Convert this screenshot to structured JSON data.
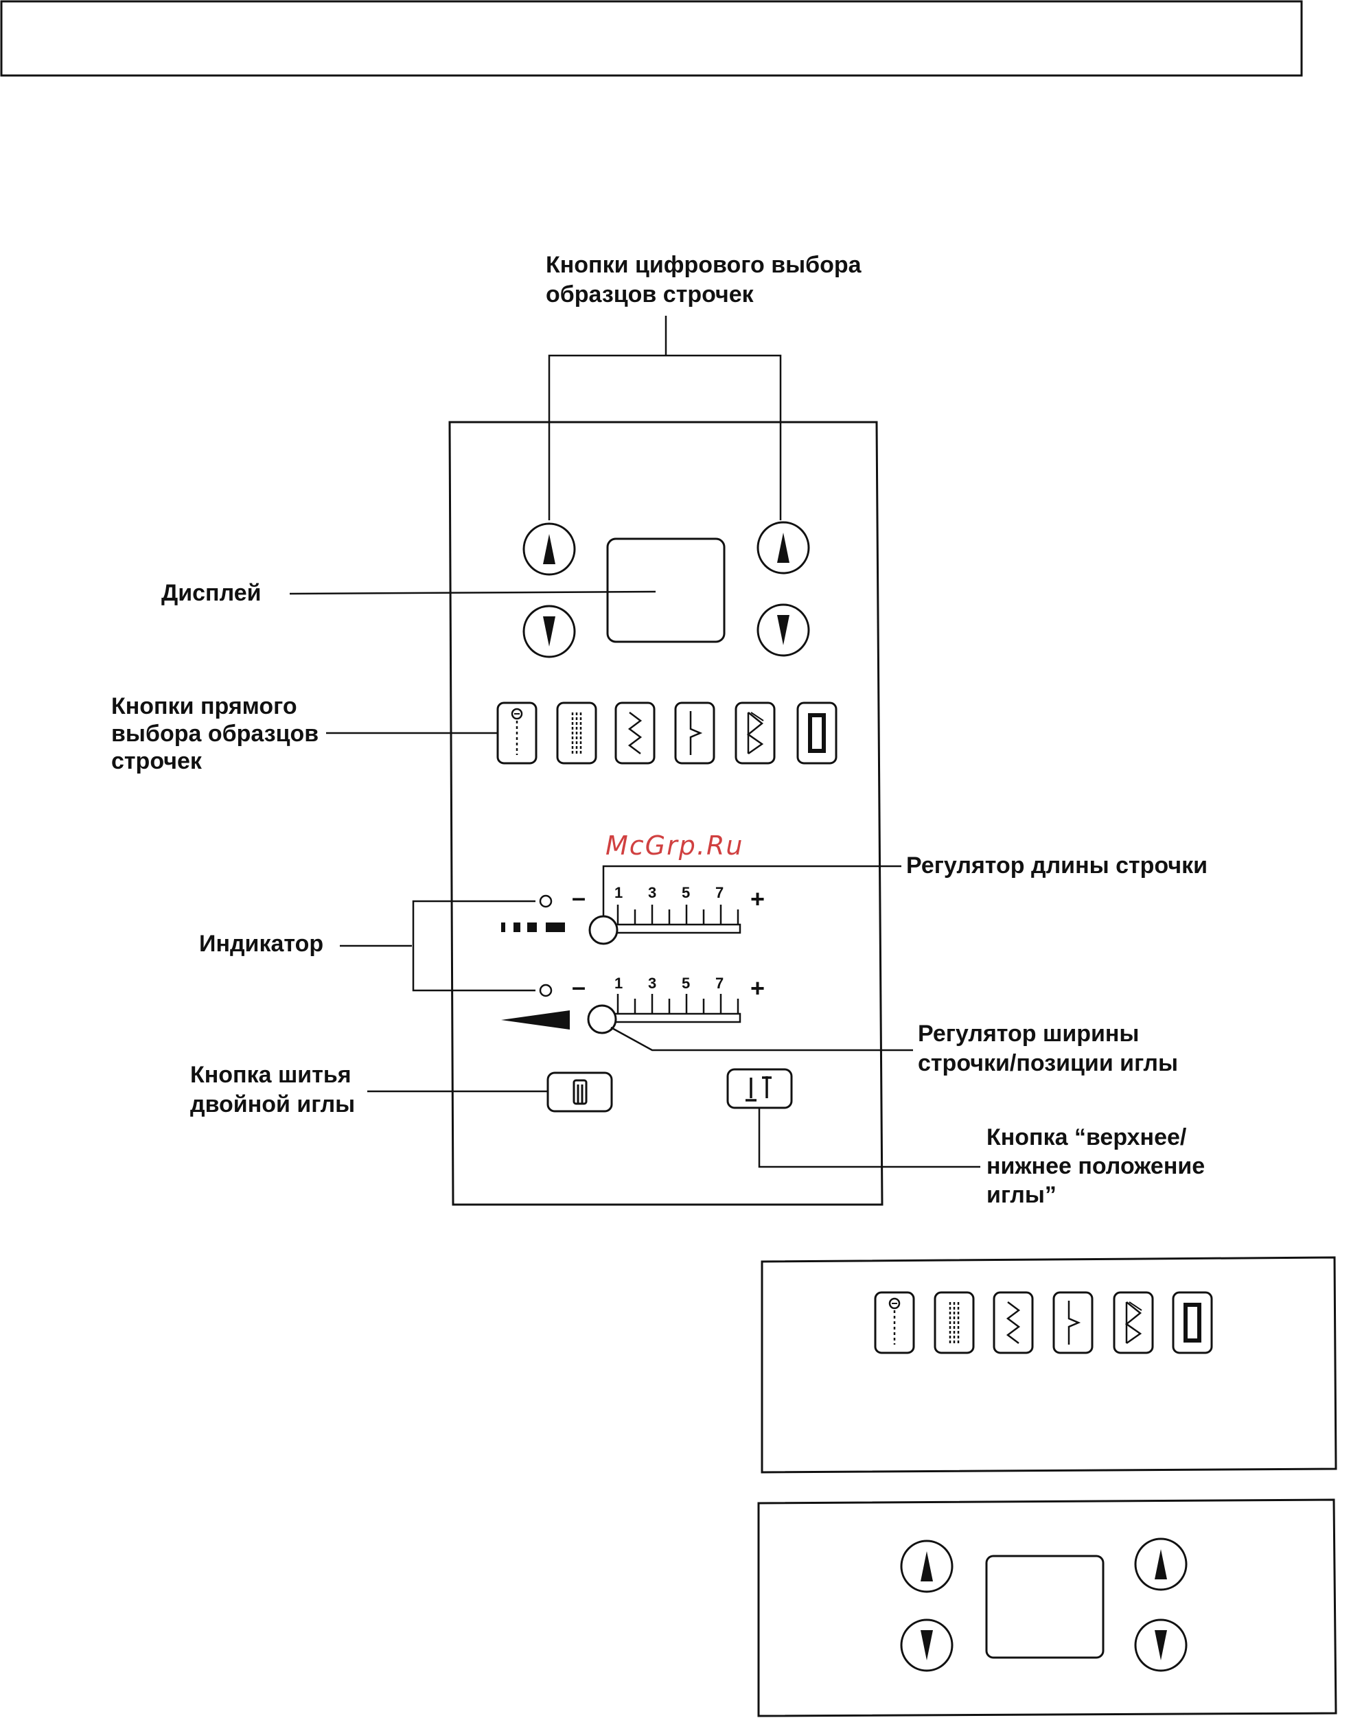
{
  "watermark": "McGrp.Ru",
  "labels": {
    "digital_select_1": "Кнопки цифрового выбора",
    "digital_select_2": "образцов строчек",
    "display": "Дисплей",
    "direct_select_1": "Кнопки прямого",
    "direct_select_2": "выбора образцов",
    "direct_select_3": "строчек",
    "length_regulator": "Регулятор длины строчки",
    "indicator": "Индикатор",
    "width_regulator_1": "Регулятор ширины",
    "width_regulator_2": "строчки/позиции иглы",
    "twin_needle_1": "Кнопка шитья",
    "twin_needle_2": "двойной иглы",
    "needle_pos_1": "Кнопка “верхнее/",
    "needle_pos_2": "нижнее положение",
    "needle_pos_3": "иглы”"
  },
  "scale": {
    "minus": "–",
    "plus": "+",
    "ticks": [
      "1",
      "3",
      "5",
      "7"
    ]
  },
  "icons": {
    "pattern_buttons": [
      "straight-stitch-icon",
      "triple-stitch-icon",
      "zigzag-icon",
      "blind-hem-icon",
      "triple-zigzag-icon",
      "buttonhole-icon"
    ],
    "arrow_up": "up-arrow-icon",
    "arrow_down": "down-arrow-icon",
    "twin_needle": "twin-needle-icon",
    "needle_position": "needle-position-icon"
  }
}
